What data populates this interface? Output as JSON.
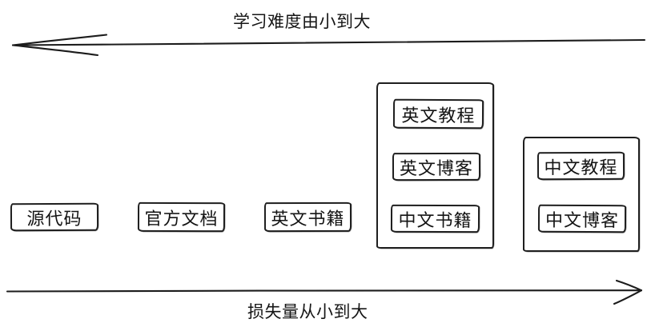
{
  "diagram": {
    "background": "#ffffff",
    "stroke_color": "#1c1c1c",
    "top_axis": {
      "label": "学习难度由小到大",
      "direction": "left"
    },
    "bottom_axis": {
      "label": "损失量从小到大",
      "direction": "right"
    },
    "standalone_boxes": [
      {
        "label": "源代码"
      },
      {
        "label": "官方文档"
      },
      {
        "label": "英文书籍"
      }
    ],
    "groups": [
      {
        "name": "group-tutorials-blogs-books",
        "items": [
          {
            "label": "英文教程"
          },
          {
            "label": "英文博客"
          },
          {
            "label": "中文书籍"
          }
        ]
      },
      {
        "name": "group-chinese-tutorials-blogs",
        "items": [
          {
            "label": "中文教程"
          },
          {
            "label": "中文博客"
          }
        ]
      }
    ]
  }
}
